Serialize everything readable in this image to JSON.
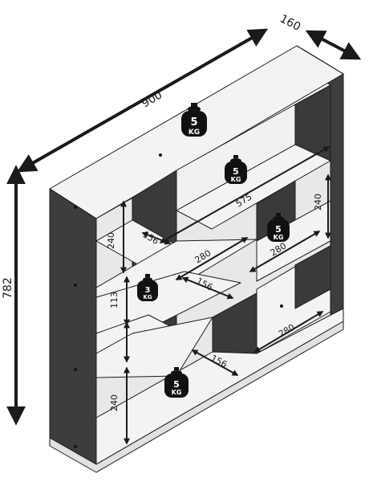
{
  "colors": {
    "panel_light": "#f3f3f3",
    "panel_mid": "#e6e6e6",
    "panel_dark": "#3d3d3d",
    "panel_darker": "#2f2f2f",
    "line": "#1a1a1a",
    "weight_fill": "#111111",
    "weight_text": "#ffffff"
  },
  "overall": {
    "width": "900",
    "depth": "160",
    "height": "782"
  },
  "inner_dims": {
    "top_left_height": "240",
    "top_left_width": "156",
    "diag_span": "575",
    "right_top_height": "240",
    "mid_width_a": "280",
    "mid_width_b": "280",
    "small_height": "113",
    "mid_width_c": "156",
    "lower_right_width": "280",
    "bottom_width": "156",
    "bottom_height": "240"
  },
  "weights": [
    {
      "value": "5",
      "unit": "KG"
    },
    {
      "value": "5",
      "unit": "KG"
    },
    {
      "value": "5",
      "unit": "KG"
    },
    {
      "value": "3",
      "unit": "KG"
    },
    {
      "value": "5",
      "unit": "KG"
    }
  ]
}
